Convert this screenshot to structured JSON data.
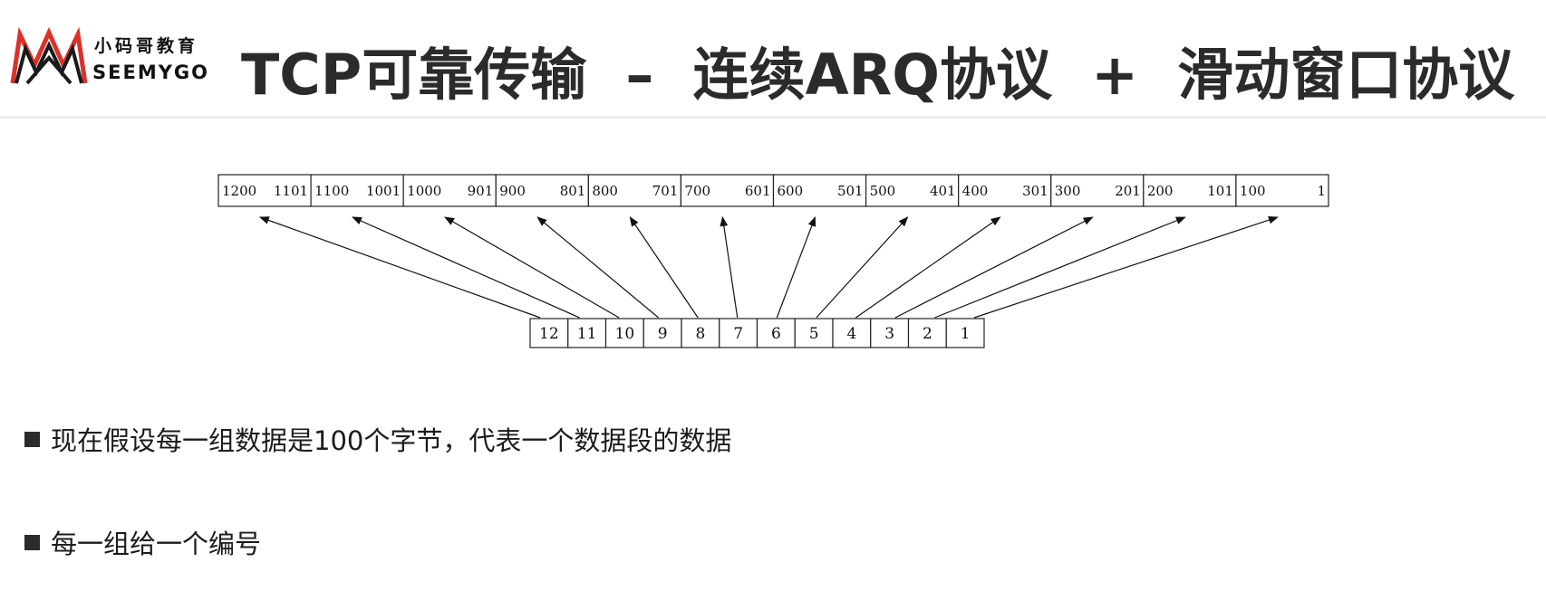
{
  "header": {
    "logo_cn": "小码哥教育",
    "logo_en": "SEEMYGO",
    "title": "TCP可靠传输  –  连续ARQ协议  +  滑动窗口协议"
  },
  "diagram": {
    "byte_segments": [
      {
        "start": "1200",
        "end": "1101"
      },
      {
        "start": "1100",
        "end": "1001"
      },
      {
        "start": "1000",
        "end": "901"
      },
      {
        "start": "900",
        "end": "801"
      },
      {
        "start": "800",
        "end": "701"
      },
      {
        "start": "700",
        "end": "601"
      },
      {
        "start": "600",
        "end": "501"
      },
      {
        "start": "500",
        "end": "401"
      },
      {
        "start": "400",
        "end": "301"
      },
      {
        "start": "300",
        "end": "201"
      },
      {
        "start": "200",
        "end": "101"
      },
      {
        "start": "100",
        "end": "1"
      }
    ],
    "segment_numbers": [
      "12",
      "11",
      "10",
      "9",
      "8",
      "7",
      "6",
      "5",
      "4",
      "3",
      "2",
      "1"
    ]
  },
  "bullets": [
    "现在假设每一组数据是100个字节，代表一个数据段的数据",
    "每一组给一个编号"
  ]
}
